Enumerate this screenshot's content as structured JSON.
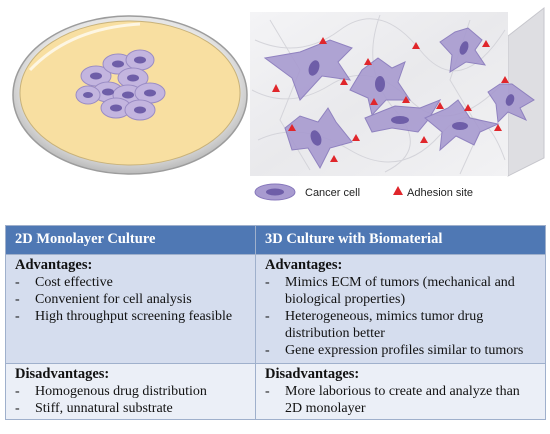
{
  "legend": {
    "cancer_cell": "Cancer cell",
    "adhesion_site": "Adhesion site"
  },
  "colors": {
    "header_bg": "#4f78b4",
    "advantages_bg": "#d5ddee",
    "disadvantages_bg": "#ebeff7",
    "cell_fill": "#a89bd0",
    "nucleus_fill": "#6e5ea8",
    "adhesion": "#e0262b",
    "dish_media": "#f8dfa1"
  },
  "table": {
    "col1_header": "2D Monolayer Culture",
    "col2_header": "3D Culture with Biomaterial",
    "advantages": {
      "col1_title": "Advantages:",
      "col1_items": [
        "Cost effective",
        "Convenient for cell analysis",
        "High throughput screening feasible"
      ],
      "col2_title": "Advantages:",
      "col2_items": [
        "Mimics ECM of tumors (mechanical and biological properties)",
        "Heterogeneous, mimics tumor drug distribution better",
        "Gene expression profiles similar to tumors"
      ]
    },
    "disadvantages": {
      "col1_title": "Disadvantages:",
      "col1_items": [
        "Homogenous drug distribution",
        "Stiff, unnatural substrate"
      ],
      "col2_title": "Disadvantages:",
      "col2_items": [
        "More laborious to create and analyze than 2D monolayer"
      ]
    }
  }
}
